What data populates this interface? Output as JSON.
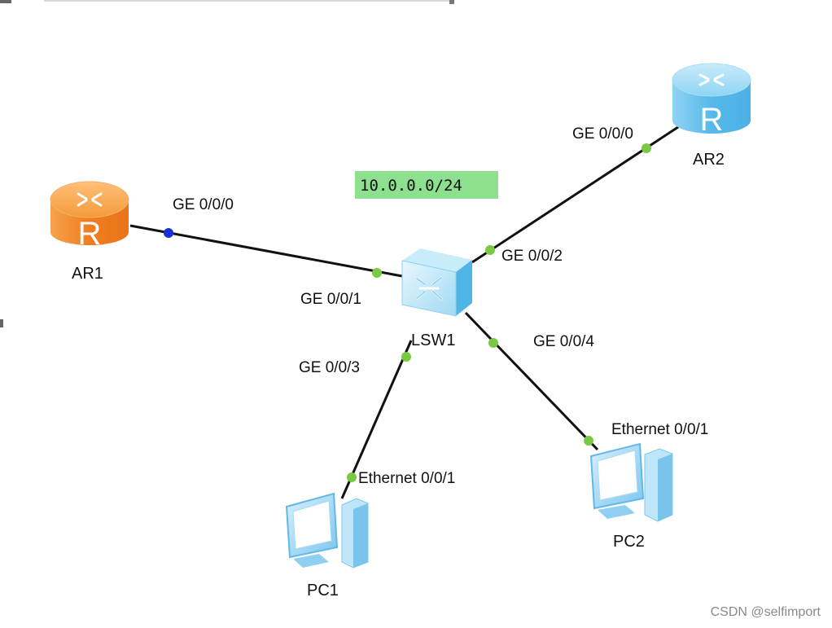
{
  "devices": {
    "ar1": {
      "name": "AR1",
      "type": "router",
      "icon": "router-icon",
      "color": "#f08a2a"
    },
    "ar2": {
      "name": "AR2",
      "type": "router",
      "icon": "router-icon",
      "color": "#5cc0ee"
    },
    "lsw1": {
      "name": "LSW1",
      "type": "switch",
      "icon": "switch-icon",
      "color": "#8fd3f2"
    },
    "pc1": {
      "name": "PC1",
      "type": "pc",
      "icon": "pc-icon",
      "color": "#7cc8f0"
    },
    "pc2": {
      "name": "PC2",
      "type": "pc",
      "icon": "pc-icon",
      "color": "#7cc8f0"
    }
  },
  "links": [
    {
      "from": "AR1",
      "from_port": "GE 0/0/0",
      "to": "LSW1",
      "to_port": "GE 0/0/1"
    },
    {
      "from": "AR2",
      "from_port": "GE 0/0/0",
      "to": "LSW1",
      "to_port": "GE 0/0/2"
    },
    {
      "from": "PC1",
      "from_port": "Ethernet 0/0/1",
      "to": "LSW1",
      "to_port": "GE 0/0/3"
    },
    {
      "from": "PC2",
      "from_port": "Ethernet 0/0/1",
      "to": "LSW1",
      "to_port": "GE 0/0/4"
    }
  ],
  "ports": {
    "ar1_ge000": "GE 0/0/0",
    "ar2_ge000": "GE 0/0/0",
    "lsw1_ge001": "GE 0/0/1",
    "lsw1_ge002": "GE 0/0/2",
    "lsw1_ge003": "GE 0/0/3",
    "lsw1_ge004": "GE 0/0/4",
    "pc1_eth001": "Ethernet 0/0/1",
    "pc2_eth001": "Ethernet 0/0/1"
  },
  "subnet_label": {
    "text": "10.0.0.0/24",
    "color": "#8de08d"
  },
  "watermark": "CSDN @selfimport",
  "colors": {
    "link": "#111111",
    "port_up": "#7ac943",
    "port_blue": "#1a2fd6"
  }
}
